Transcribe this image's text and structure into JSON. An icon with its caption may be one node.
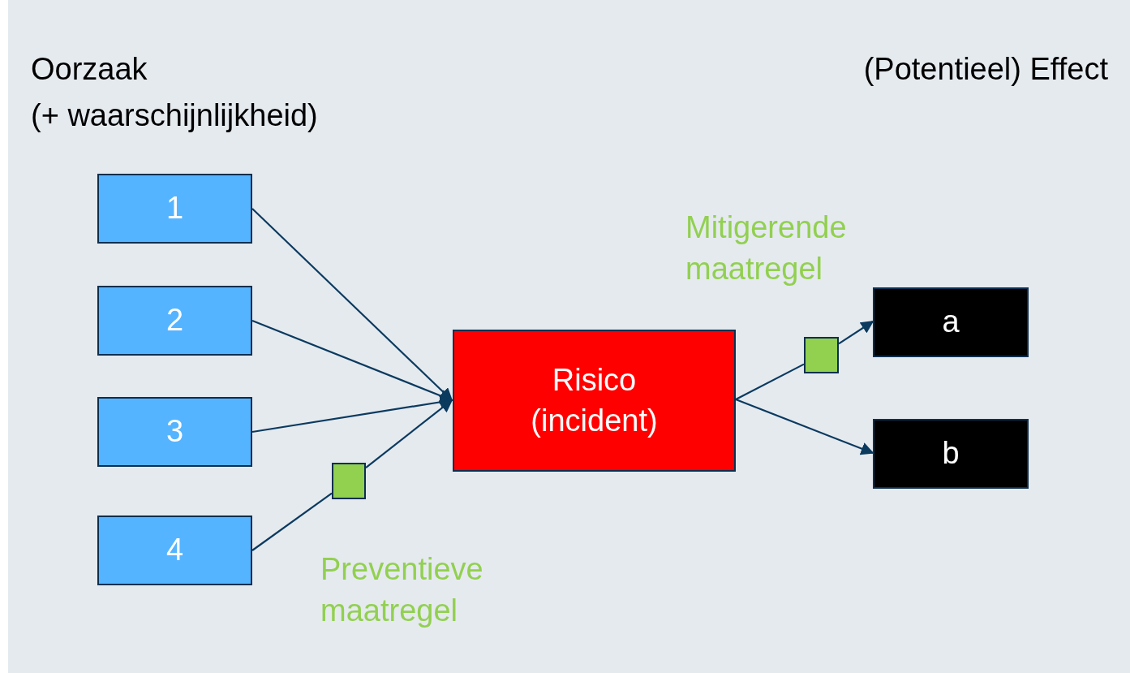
{
  "diagram": {
    "nodes": [
      {
        "text": [
          "1"
        ]
      },
      {
        "text": [
          "2"
        ]
      },
      {
        "text": [
          "3"
        ]
      },
      {
        "text": [
          "4"
        ]
      },
      {
        "text": [
          "Risico (incident)"
        ]
      },
      {
        "text": [
          "a"
        ]
      },
      {
        "text": [
          "b"
        ]
      },
      {
        "text": [],
        "shape": "box"
      },
      {
        "text": [],
        "shape": "box"
      }
    ],
    "edges": [
      {
        "from": 0,
        "to": 4,
        "arrow": "to"
      },
      {
        "from": 1,
        "to": 4,
        "arrow": "to"
      },
      {
        "from": 2,
        "to": 4,
        "arrow": "to"
      },
      {
        "from": 3,
        "to": 7,
        "arrow": "none"
      },
      {
        "from": 7,
        "to": 4,
        "arrow": "to"
      },
      {
        "from": 4,
        "to": 8,
        "arrow": "none"
      },
      {
        "from": 8,
        "to": 5,
        "arrow": "to"
      },
      {
        "from": 4,
        "to": 6,
        "arrow": "to"
      }
    ],
    "labels": [
      "Oorzaak",
      "(Potentieel) Effect",
      "(+ waarschijnlijkheid)",
      "Mitigerende maatregel",
      "Preventieve maatregel"
    ]
  }
}
